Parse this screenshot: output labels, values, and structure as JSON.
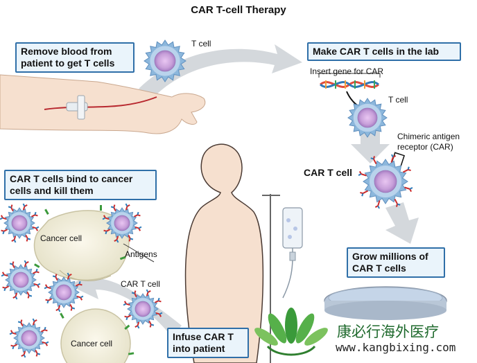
{
  "title": "CAR T-cell Therapy",
  "steps": {
    "remove_blood": [
      "Remove blood from",
      "patient to get T cells"
    ],
    "make_in_lab": "Make CAR T cells in the lab",
    "grow": [
      "Grow millions of",
      "CAR T cells"
    ],
    "infuse": [
      "Infuse CAR T",
      "into patient"
    ],
    "bind_kill": [
      "CAR T cells bind to cancer",
      "cells and kill them"
    ]
  },
  "labels": {
    "t_cell_top": "T cell",
    "insert_gene": "Insert gene for CAR",
    "t_cell_lab": "T cell",
    "car_line1": "Chimeric antigen",
    "car_line2": "receptor (CAR)",
    "car_t_cell_big": "CAR T cell",
    "cancer_cell_1": "Cancer cell",
    "antigens": "Antigens",
    "car_t_cell_small": "CAR T cell",
    "cancer_cell_2": "Cancer cell"
  },
  "watermark": {
    "chinese": "康必行海外医疗",
    "url": "www.kangbixing.com"
  },
  "colors": {
    "box_border": "#2f6fa8",
    "box_fill": "#eaf4fb",
    "arrow": "#d4d8dc",
    "cell_spikes": "#8cb7dc",
    "cell_core": "#c79fd9",
    "skin": "#f6e0cf",
    "receptor_red": "#cc2a2a",
    "antigen_green": "#3c9a3c",
    "logo_green": "#3a9a3a"
  }
}
